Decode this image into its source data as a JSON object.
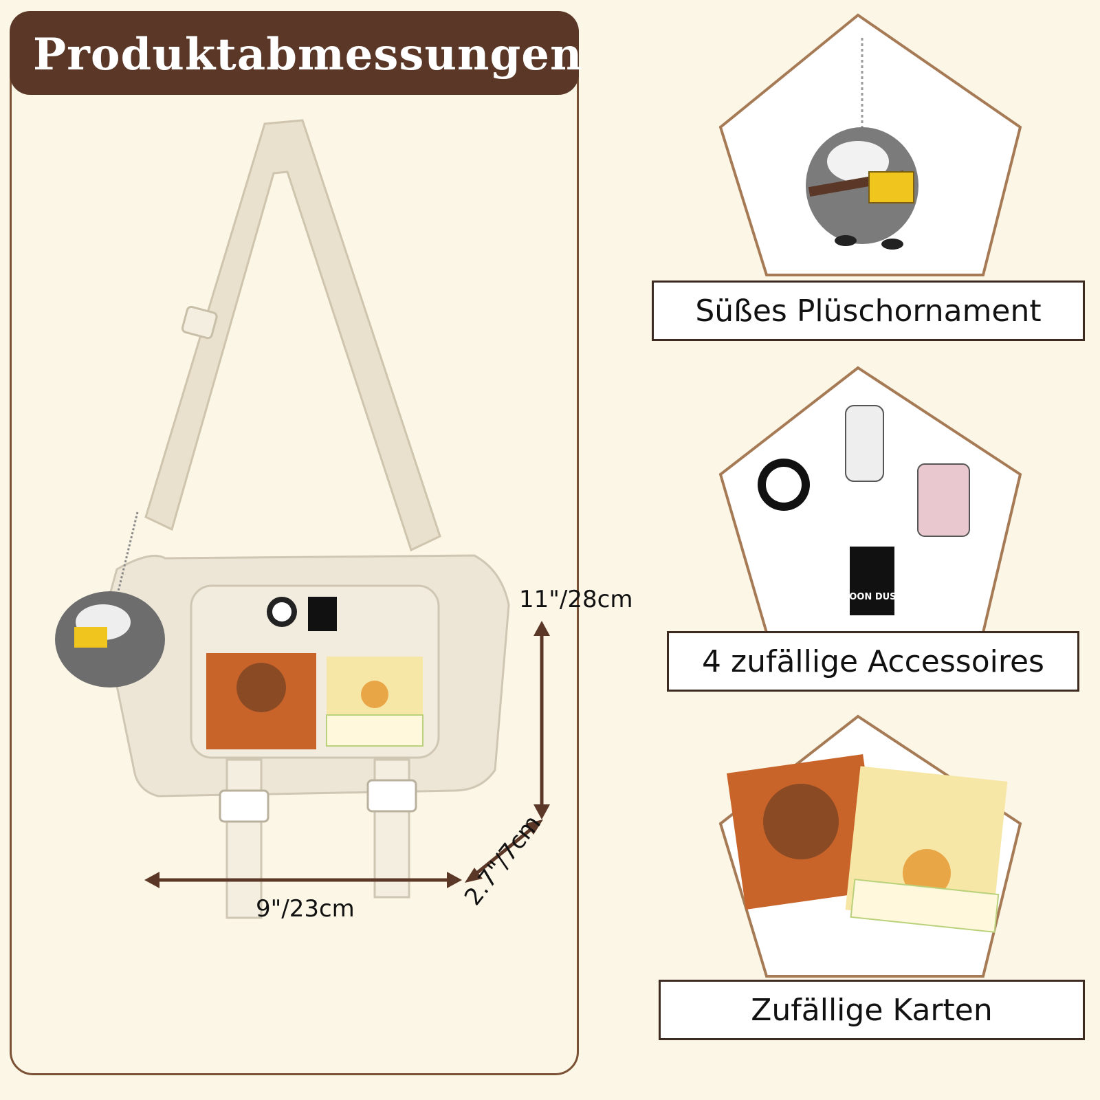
{
  "header": {
    "title": "Produktabmessungen"
  },
  "dimensions": {
    "height": "11\"/28cm",
    "width": "9\"/23cm",
    "depth": "2.7\"/7cm"
  },
  "features": [
    {
      "label": "Süßes Plüschornament"
    },
    {
      "label": "4 zufällige Accessoires"
    },
    {
      "label": "Zufällige Karten"
    }
  ],
  "pin_texts": {
    "moon_dusk": "MOON DUSK"
  },
  "colors": {
    "background": "#fcf6e6",
    "title_bar": "#5b3727",
    "border": "#7a5135",
    "bag": "#ede6d6",
    "strap": "#e8dfcc"
  }
}
